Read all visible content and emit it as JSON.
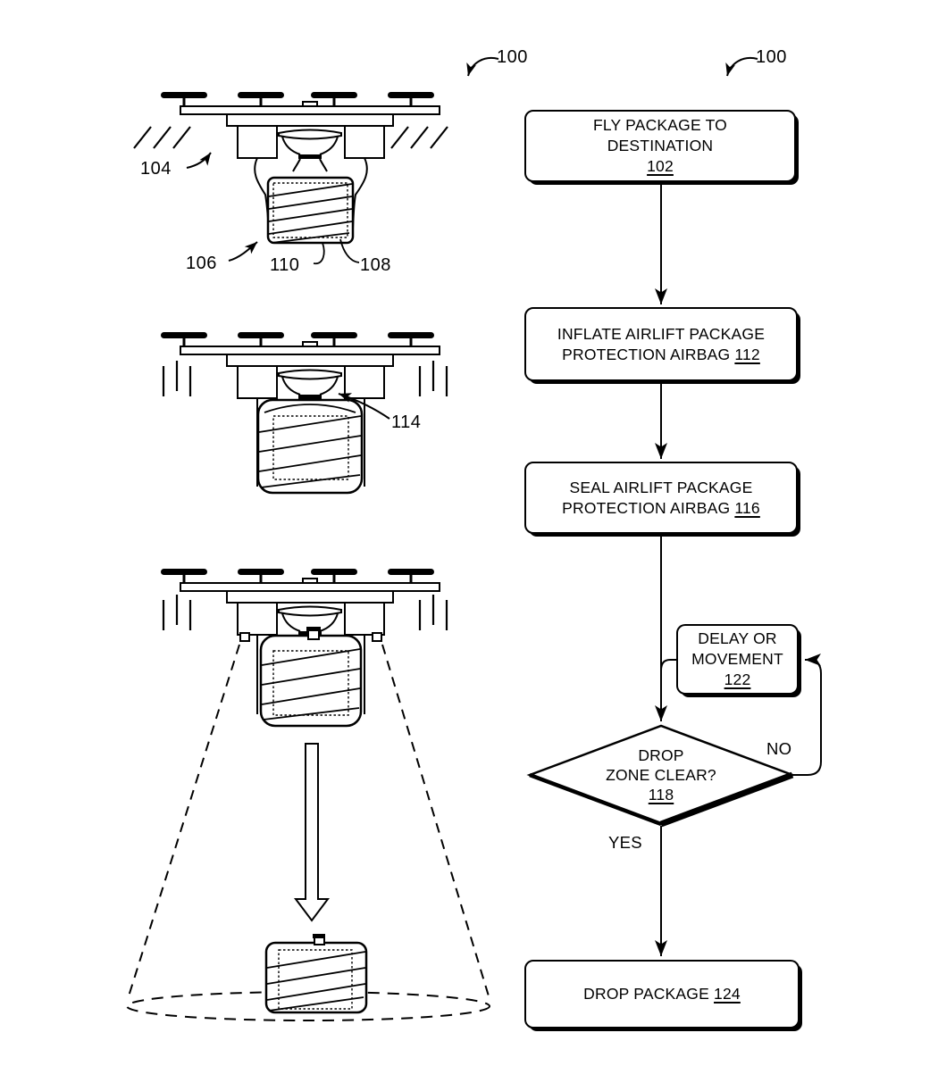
{
  "reference_labels": {
    "system_left": "100",
    "system_right": "100",
    "uav": "104",
    "package": "106",
    "label_110": "110",
    "label_108": "108",
    "inflation_valve": "114"
  },
  "flowchart": {
    "fly": {
      "line1": "FLY PACKAGE TO",
      "line2": "DESTINATION",
      "ref": "102"
    },
    "inflate": {
      "line1": "INFLATE AIRLIFT PACKAGE",
      "line2": "PROTECTION AIRBAG",
      "ref": "112"
    },
    "seal": {
      "line1": "SEAL AIRLIFT PACKAGE",
      "line2": "PROTECTION AIRBAG",
      "ref": "116"
    },
    "delay": {
      "line1": "DELAY OR",
      "line2": "MOVEMENT",
      "ref": "122"
    },
    "decision": {
      "line1": "DROP",
      "line2": "ZONE CLEAR?",
      "ref": "118"
    },
    "drop": {
      "label": "DROP PACKAGE",
      "ref": "124"
    },
    "yes_label": "YES",
    "no_label": "NO"
  },
  "colors": {
    "ink": "#000000",
    "background": "#ffffff"
  }
}
